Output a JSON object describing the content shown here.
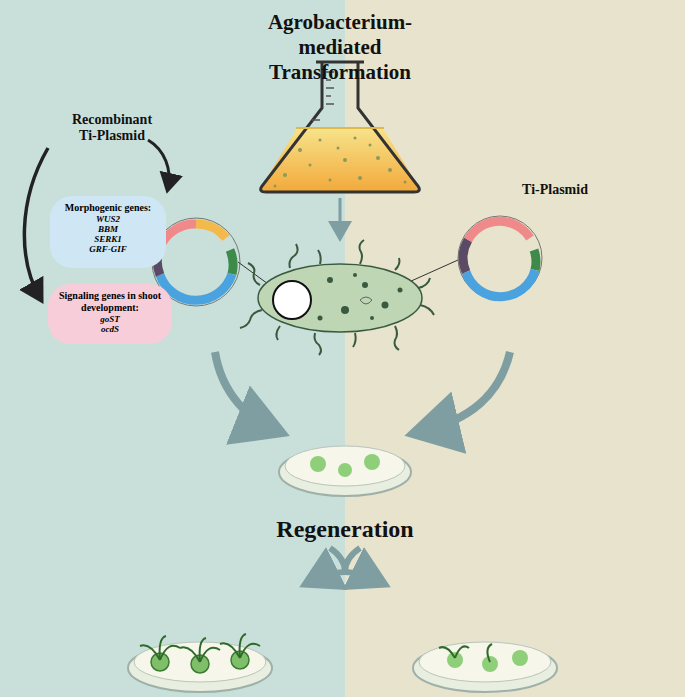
{
  "diagram": {
    "title": "Agrobacterium-mediated Transformation",
    "nodes": [
      {
        "text": [
          "Morphogenic genes:",
          "WUS2",
          "BBM",
          "SERK1",
          "GRF-GIF"
        ]
      },
      {
        "text": [
          "Signaling genes in shoot development:",
          "goST",
          "ocdS"
        ]
      }
    ],
    "labels": [
      "Recombinant Ti-Plasmid",
      "Ti-Plasmid",
      "Regeneration"
    ]
  }
}
